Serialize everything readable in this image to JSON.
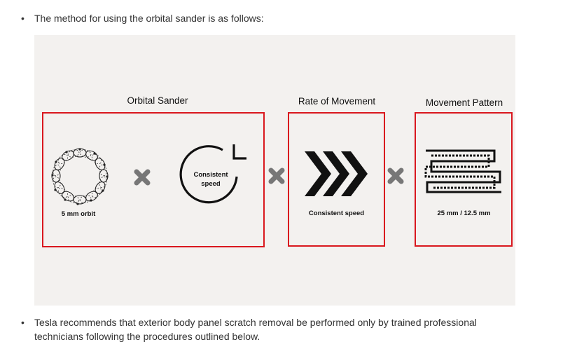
{
  "bullets": {
    "symbol": "•",
    "intro": "The method for using the orbital sander is as follows:",
    "note": "Tesla recommends that exterior body panel scratch removal be performed only by trained professional technicians following the procedures outlined below."
  },
  "figure": {
    "panel_orbital": {
      "heading": "Orbital Sander",
      "orbit_label": "5 mm orbit",
      "speed_label_line1": "Consistent",
      "speed_label_line2": "speed",
      "icons": [
        "orbit-pattern-icon",
        "circular-arrow-icon"
      ]
    },
    "panel_rate": {
      "heading": "Rate of Movement",
      "label": "Consistent speed",
      "icons": [
        "triple-chevron-icon"
      ]
    },
    "panel_pattern": {
      "heading": "Movement Pattern",
      "label": "25 mm / 12.5 mm",
      "icons": [
        "zigzag-pattern-icon"
      ]
    },
    "separator_icon": "multiply-x-icon",
    "colors": {
      "box_border": "#d9171e",
      "figure_bg": "#f3f1ef",
      "separator": "#777777",
      "icon": "#111111"
    }
  }
}
